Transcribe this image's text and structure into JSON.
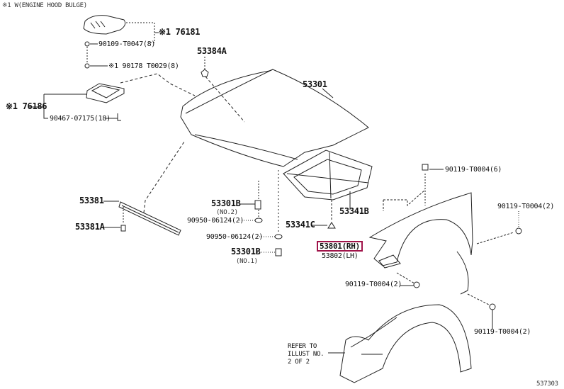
{
  "header_note": "※1 W(ENGINE HOOD BULGE)",
  "labels": {
    "p76181": "※1 76181",
    "p90109": "90109-T0047(8)",
    "p90178": "※1 90178 T0029(8)",
    "p53384A": "53384A",
    "p53301": "53301",
    "p76186": "※1 76186",
    "p90467": "90467-07175(18)",
    "p53381": "53381",
    "p53381A": "53381A",
    "p53301B_a": "53301B",
    "no2": "(NO.2)",
    "p90950_a": "90950-06124(2)",
    "p90950_b": "90950-06124(2)",
    "p53301B_b": "53301B",
    "no1": "(NO.1)",
    "p53341B": "53341B",
    "p53341C": "53341C",
    "p53801": "53801(RH)",
    "p53802": "53802(LH)",
    "p90119_6": "90119-T0004(6)",
    "p90119_2a": "90119-T0004(2)",
    "p90119_2b": "90119-T0004(2)",
    "p90119_2c": "90119-T0004(2)",
    "refer": "REFER TO\nILLUST NO.\n2 OF 2"
  },
  "illustration_id": "537303",
  "highlight_color": "#a0144a"
}
